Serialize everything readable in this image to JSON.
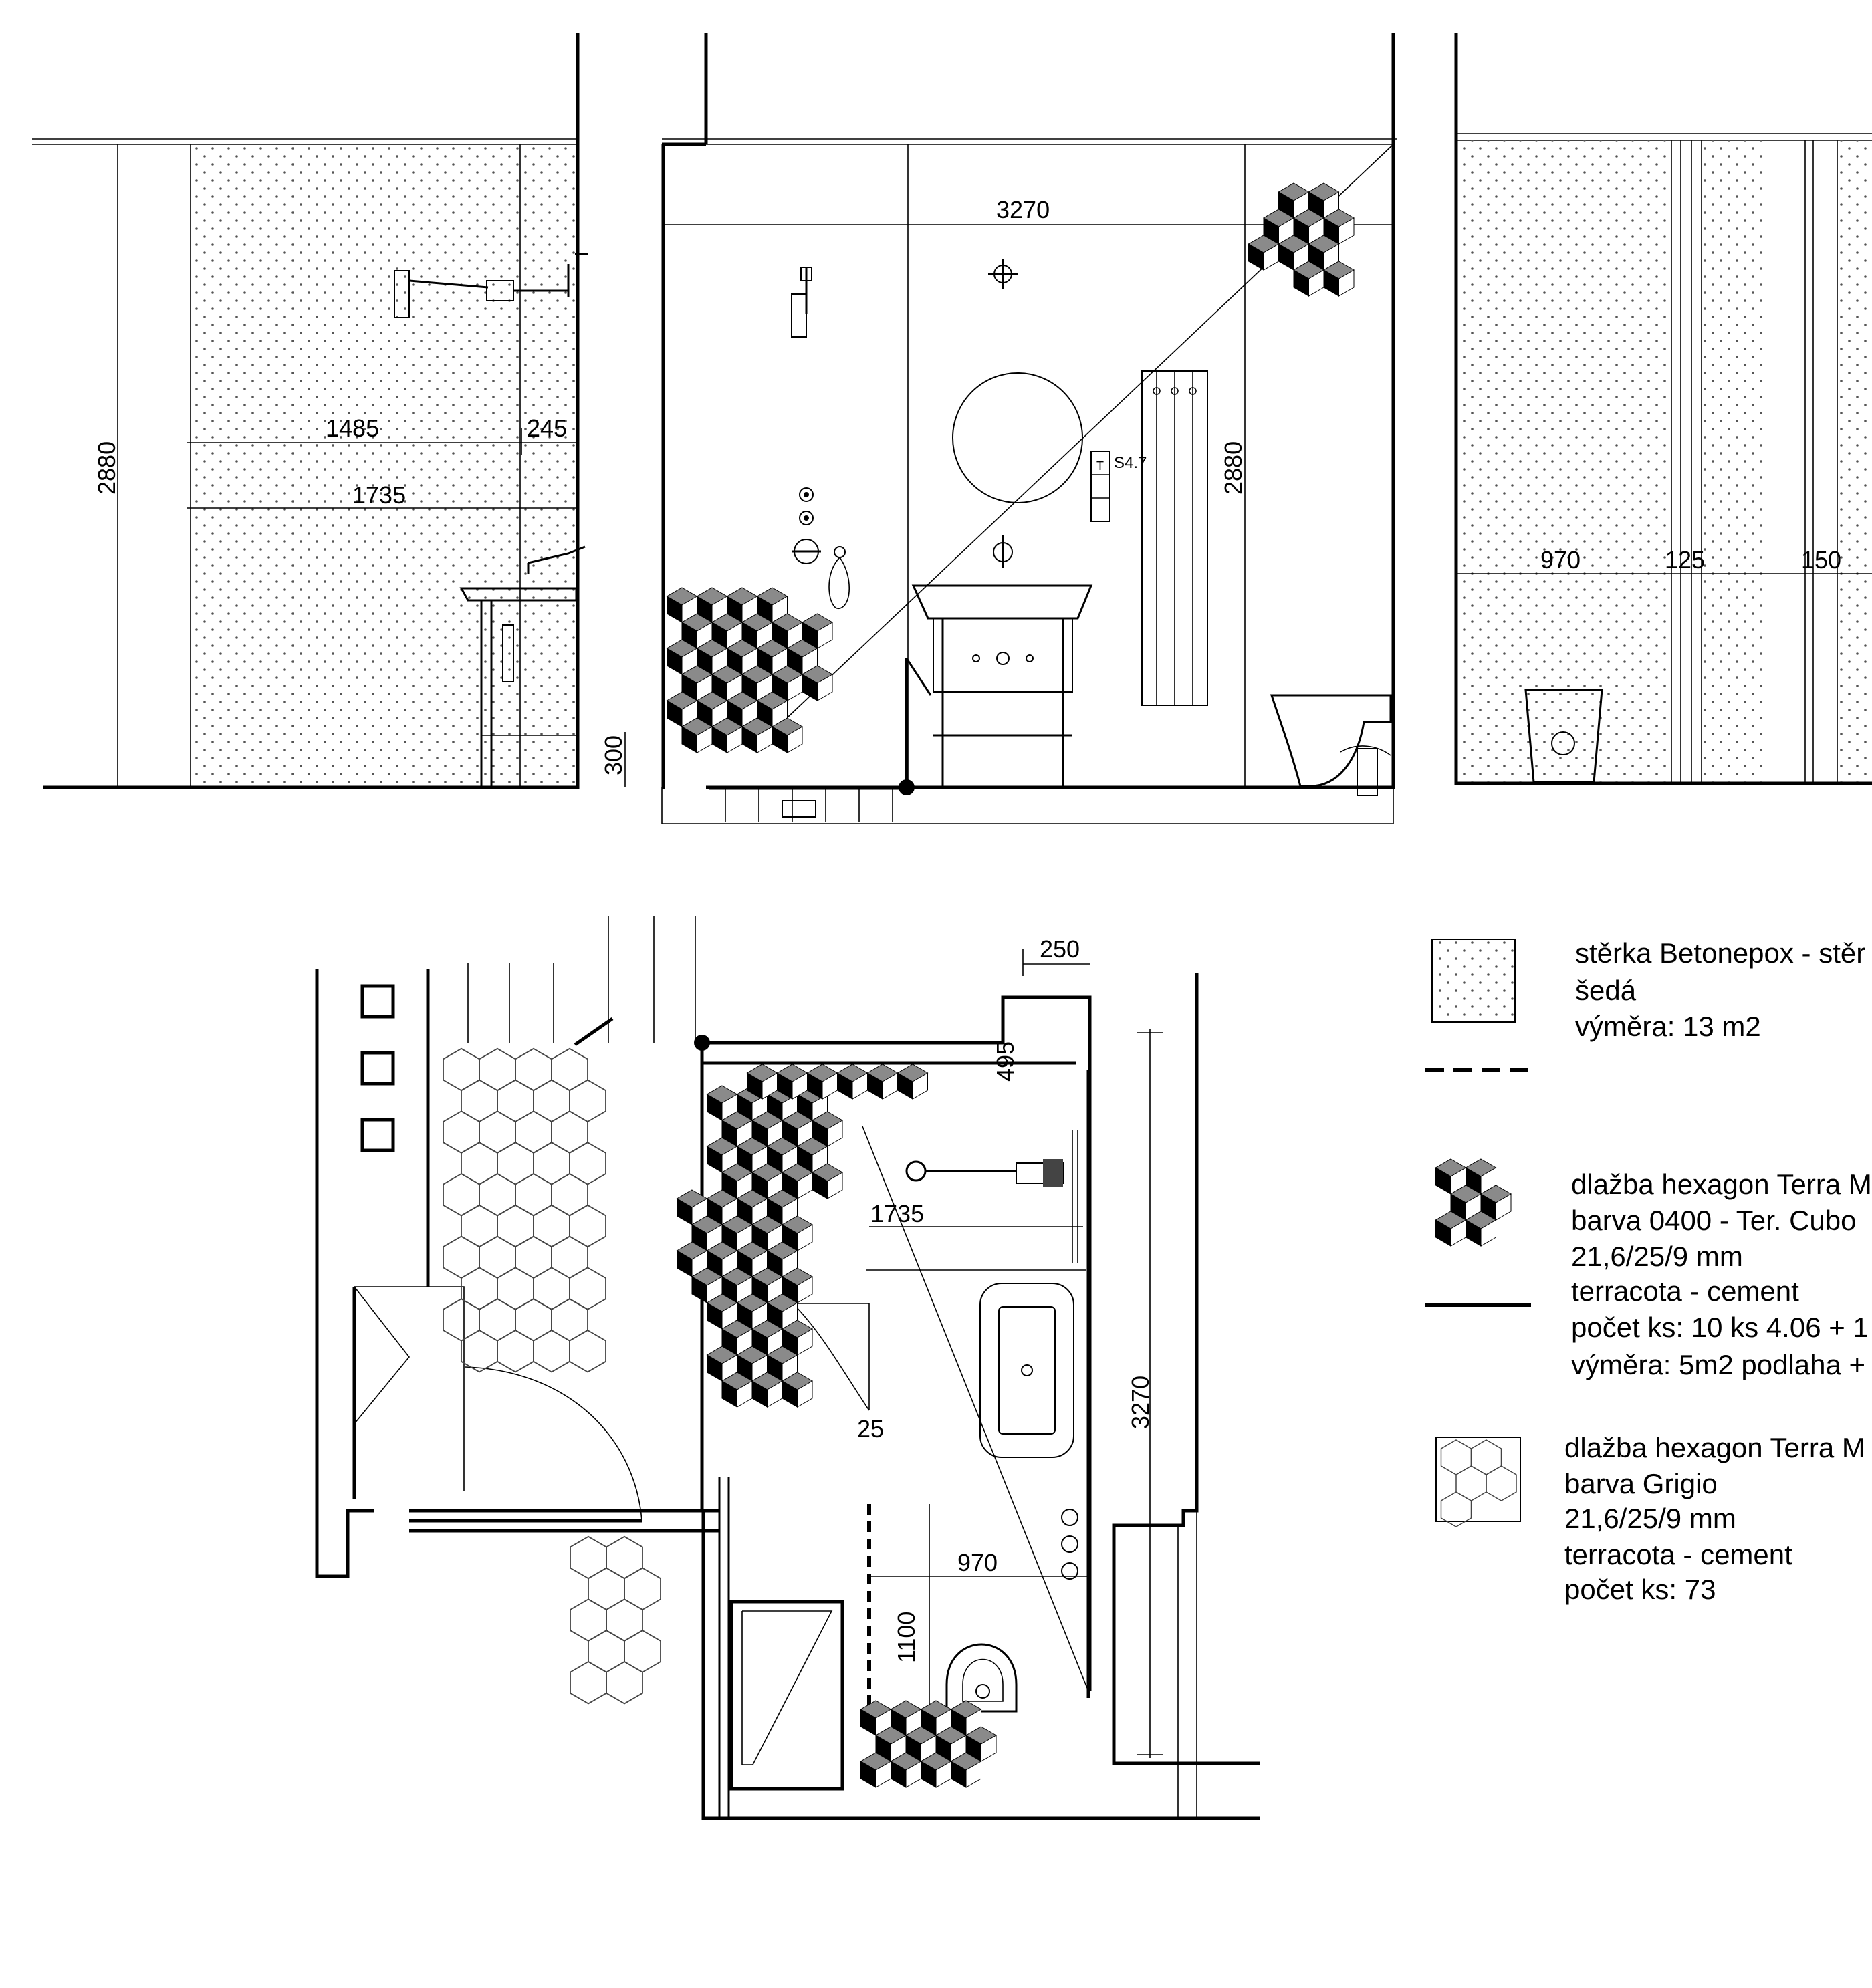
{
  "elevation_left": {
    "height_dim": "2880",
    "dim_1485": "1485",
    "dim_245": "245",
    "dim_1735": "1735",
    "dim_300": "300"
  },
  "elevation_mid": {
    "width_dim": "3270",
    "height_dim": "2880",
    "socket_label": "S4.7"
  },
  "elevation_right": {
    "dim_970": "970",
    "dim_125": "125",
    "dim_150": "150"
  },
  "plan": {
    "dim_250": "250",
    "dim_495": "495",
    "dim_1735": "1735",
    "dim_3270": "3270",
    "dim_25": "25",
    "dim_970": "970",
    "dim_1100": "1100"
  },
  "legend": {
    "item1": {
      "line1": "stěrka Betonepox - stěr",
      "line2": "šedá",
      "line3": "výměra: 13 m2"
    },
    "item2": {
      "line1": "dlažba hexagon Terra M",
      "line2": "barva 0400 - Ter. Cubo",
      "line3": "21,6/25/9 mm",
      "line4": "terracota - cement",
      "line5": "počet ks: 10 ks 4.06 + 1",
      "line6": "výměra: 5m2 podlaha +"
    },
    "item3": {
      "line1": "dlažba hexagon Terra M",
      "line2": "barva Grigio",
      "line3": "21,6/25/9 mm",
      "line4": "terracota - cement",
      "line5": "počet ks: 73"
    }
  },
  "colors": {
    "cube_dark": "#000000",
    "cube_mid": "#8a8a8a",
    "cube_light": "#ffffff"
  }
}
